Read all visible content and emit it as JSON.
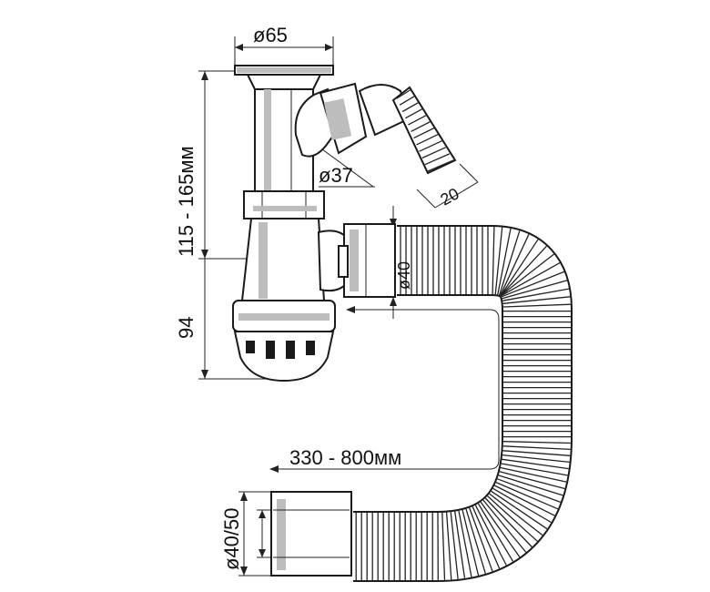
{
  "dimensions": {
    "top_diameter": "ø65",
    "height_range": "115 - 165мм",
    "overflow_diameter": "ø37",
    "overflow_hose": "20",
    "outlet_diameter": "ø40",
    "bottle_height": "94",
    "hose_length": "330 - 800мм",
    "end_diameter": "ø40/50"
  },
  "colors": {
    "line": "#1a1a1a",
    "shade": "#bdbdbd",
    "background": "#ffffff"
  }
}
